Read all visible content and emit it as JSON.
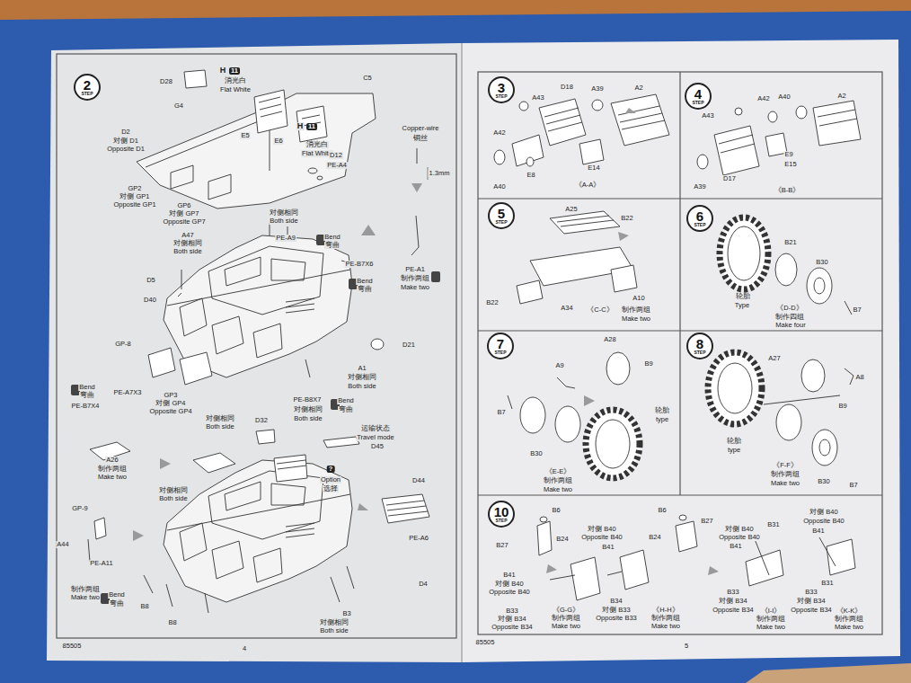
{
  "diagram": {
    "nodes": [
      {
        "text": [
          "2",
          "STEP"
        ]
      },
      {
        "text": [
          "3",
          "STEP"
        ]
      },
      {
        "text": [
          "4",
          "STEP"
        ]
      },
      {
        "text": [
          "5",
          "STEP"
        ]
      },
      {
        "text": [
          "6",
          "STEP"
        ]
      },
      {
        "text": [
          "7",
          "STEP"
        ]
      },
      {
        "text": [
          "8",
          "STEP"
        ]
      },
      {
        "text": [
          "10",
          "STEP"
        ]
      }
    ],
    "labels": [
      "D28",
      "H",
      "11",
      "消光白",
      "Flat White",
      "C5",
      "G4",
      "D2",
      "对侧 D1",
      "Opposite D1",
      "E5",
      "E6",
      "H",
      "11",
      "消光白",
      "Flat White",
      "Copper-wire",
      "铜丝",
      "D12",
      "PE-A4",
      "1.3mm",
      "GP2",
      "对侧 GP1",
      "Opposite GP1",
      "GP6",
      "对侧 GP7",
      "Opposite GP7",
      "对侧相同",
      "Both side",
      "A47",
      "对侧相同",
      "Both side",
      "PE-A9",
      "Bend",
      "弯曲",
      "PE-B7X6",
      "Bend",
      "弯曲",
      "D5",
      "D40",
      "PE-A1",
      "制作两组",
      "Make two",
      "D21",
      "GP-8",
      "A1",
      "对侧相同",
      "Both side",
      "Bend",
      "弯曲",
      "PE-A7X3",
      "PE-B7X4",
      "GP3",
      "对侧 GP4",
      "Opposite GP4",
      "PE-B8X7",
      "Bend",
      "弯曲",
      "对侧相同",
      "Both side",
      "对侧相同",
      "Both side",
      "D32",
      "运输状态",
      "Travel mode",
      "D45",
      "?",
      "Option",
      "选择",
      "D44",
      "A26",
      "制作两组",
      "Make two",
      "对侧相同",
      "Both side",
      "GP-9",
      "A44",
      "PE-A6",
      "D4",
      "PE-A11",
      "制作两组",
      "Make two",
      "Bend",
      "弯曲",
      "B3",
      "B8",
      "B8",
      "对侧相同",
      "Both side",
      "85505",
      "4",
      "A43",
      "D18",
      "A39",
      "A2",
      "A42",
      "E14",
      "E8",
      "A40",
      "《A-A》",
      "A42",
      "A43",
      "A40",
      "A2",
      "E9",
      "E15",
      "D17",
      "A39",
      "《B-B》",
      "A25",
      "B22",
      "B22",
      "A34",
      "A10",
      "《C-C》",
      "制作两组",
      "Make two",
      "B21",
      "B30",
      "B7",
      "轮胎",
      "Type",
      "《D-D》",
      "制作四组",
      "Make four",
      "A28",
      "A9",
      "B9",
      "B7",
      "B30",
      "轮胎",
      "type",
      "《E-E》",
      "制作两组",
      "Make two",
      "A27",
      "A8",
      "B9",
      "轮胎",
      "type",
      "《F-F》",
      "制作两组",
      "Make two",
      "B30",
      "B7",
      "B6",
      "B27",
      "B24",
      "对侧 B40",
      "Opposite B40",
      "B41",
      "B41",
      "对侧 B40",
      "Opposite B40",
      "B33",
      "对侧 B34",
      "Opposite B34",
      "《G-G》",
      "制作两组",
      "Make two",
      "B6",
      "B27",
      "B24",
      "B34",
      "对侧 B33",
      "Opposite B33",
      "《H-H》",
      "制作两组",
      "Make two",
      "对侧 B40",
      "Opposite B40",
      "B41",
      "B31",
      "B33",
      "对侧 B34",
      "Opposite B34",
      "《I-I》",
      "制作两组",
      "Make two",
      "对侧 B40",
      "Opposite B40",
      "B41",
      "B31",
      "B33",
      "对侧 B34",
      "Opposite B34",
      "《K-K》",
      "制作两组",
      "Make two",
      "85505",
      "5"
    ]
  }
}
